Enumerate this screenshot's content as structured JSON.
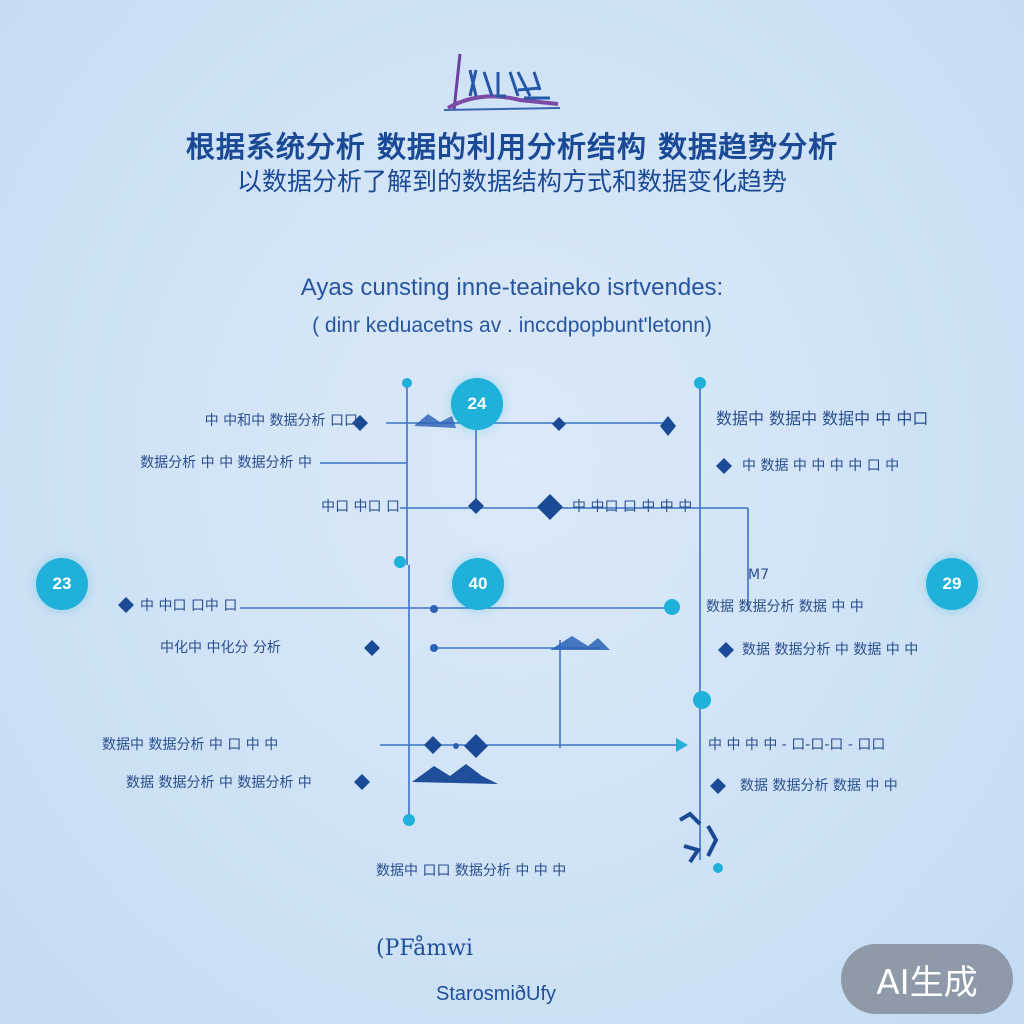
{
  "header": {
    "title_line1": "根据系统分析 数据的利用分析结构 数据趋势分析",
    "title_line2": "以数据分析了解到的数据结构方式和数据变化趋势",
    "subtitle_line1": "Ayas cunsting inne-teaineko isrtvendes:",
    "subtitle_line2": "( dinr keduacetns av . inccdpopbunt'letonn)"
  },
  "badges": [
    {
      "text": "24"
    },
    {
      "text": "23"
    },
    {
      "text": "40"
    },
    {
      "text": "29"
    }
  ],
  "labels": {
    "l1": "中 中和中 数据分析 口口",
    "l2": "数据分析 中 中 数据分析 中",
    "l3": "中口 中口 口",
    "l4": "中 中口 口中 口",
    "l5": "中化中 中化分 分析",
    "l6": "中 中口 口 中 中 中",
    "l7": "M7",
    "l8": "数据中 数据中 数据中 中 中口",
    "l9": "数据 数据分析 数据 中 中",
    "l10": "中 数据 中 中 中 中 口 中",
    "l11": "数据中 数据分析 中 口 中 中",
    "l12": "数据 数据分析 中 数据分析 中",
    "l13": "中 中 中 中 - 口-口-口 - 口口",
    "l14": "数据 数据分析 中 数据 中 中",
    "l15": "数据中 口口 数据分析 中 中 中"
  },
  "footer": {
    "line1": "(PFåmwi",
    "line2": "StarosmiðUfy"
  },
  "watermark": "AI生成",
  "colors": {
    "background": "#cfe2f5",
    "line": "#2f6bc1",
    "node": "#1a4a96",
    "badge": "#1fb1d9",
    "text": "#1f4f9a"
  }
}
